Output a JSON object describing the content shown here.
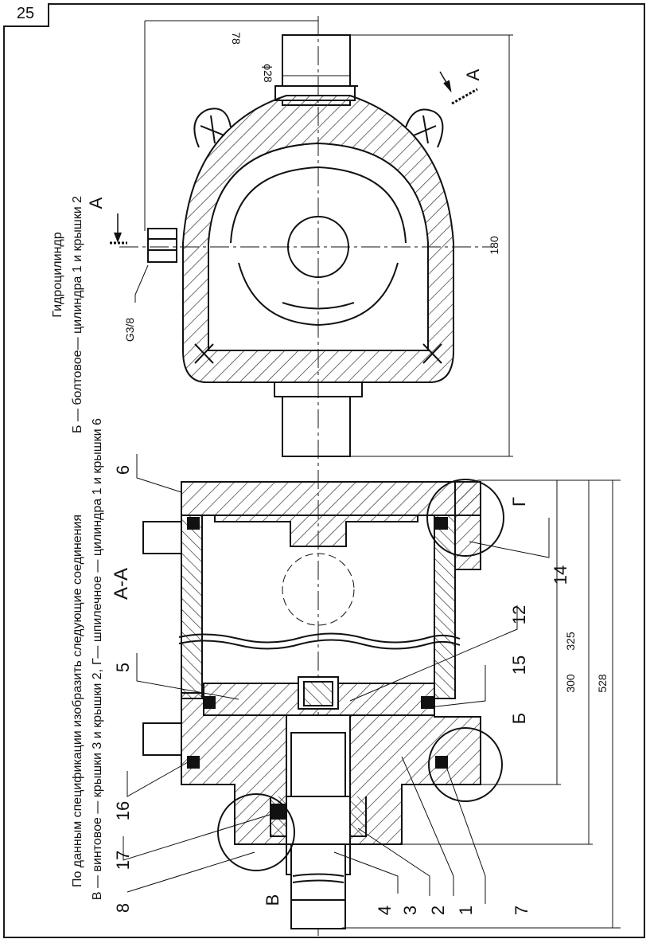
{
  "page_number": "25",
  "title": "Гидроцилиндр",
  "assignment": {
    "intro": "По данным спецификации изобразить следующие соединения",
    "line_b": "Б — болтовое— цилиндра 1 и крышки 2",
    "line_v": "В — винтовое — крышки 3 и крышки 2,",
    "line_g": "Г— шпилечное — цилиндра 1 и крышки 6"
  },
  "section_label": "А-А",
  "cut_arrow_label": "А",
  "thread_label": "G3/8",
  "dimensions": {
    "shaft_dia": "ϕ28",
    "overall_length_top": "78",
    "width": "180",
    "d300": "300",
    "d325": "325",
    "d528": "528"
  },
  "part_numbers": [
    "8",
    "17",
    "16",
    "5",
    "6",
    "4",
    "3",
    "2",
    "1",
    "7",
    "15",
    "12",
    "14"
  ],
  "zone_labels": [
    "В",
    "Б",
    "Г"
  ],
  "colors": {
    "line": "#111111",
    "hatch": "#333333",
    "seal": "#111111"
  }
}
